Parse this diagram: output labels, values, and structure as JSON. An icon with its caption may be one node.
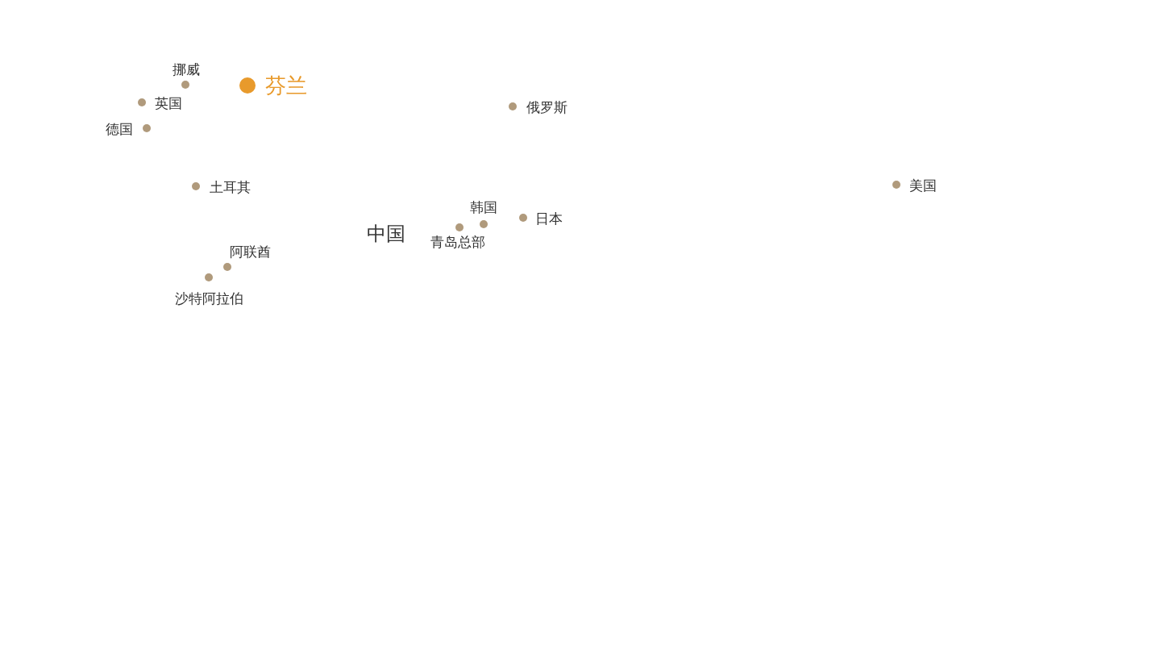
{
  "diagram": {
    "nodes": [
      {
        "text": [],
        "shape": "circle",
        "beside": [
          "挪威"
        ]
      },
      {
        "text": [],
        "shape": "circle",
        "beside": [
          "芬兰"
        ]
      },
      {
        "text": [],
        "shape": "circle",
        "beside": [
          "英国"
        ]
      },
      {
        "text": [],
        "shape": "circle",
        "beside": [
          "俄罗斯"
        ]
      },
      {
        "text": [],
        "shape": "circle",
        "beside": [
          "德国"
        ]
      },
      {
        "text": [],
        "shape": "circle",
        "beside": [
          "美国"
        ]
      },
      {
        "text": [],
        "shape": "circle",
        "beside": [
          "土耳其"
        ]
      },
      {
        "text": [],
        "shape": "circle",
        "beside": [
          "日本"
        ]
      },
      {
        "text": [],
        "shape": "circle",
        "beside": [
          "韩国"
        ]
      },
      {
        "text": [],
        "shape": "circle",
        "beside": [
          "青岛总部"
        ]
      },
      {
        "text": [],
        "shape": "circle",
        "beside": [
          "阿联酋"
        ]
      },
      {
        "text": [],
        "shape": "circle",
        "beside": [
          "沙特阿拉伯"
        ]
      }
    ],
    "edges": [],
    "labels": [
      "中国"
    ]
  }
}
